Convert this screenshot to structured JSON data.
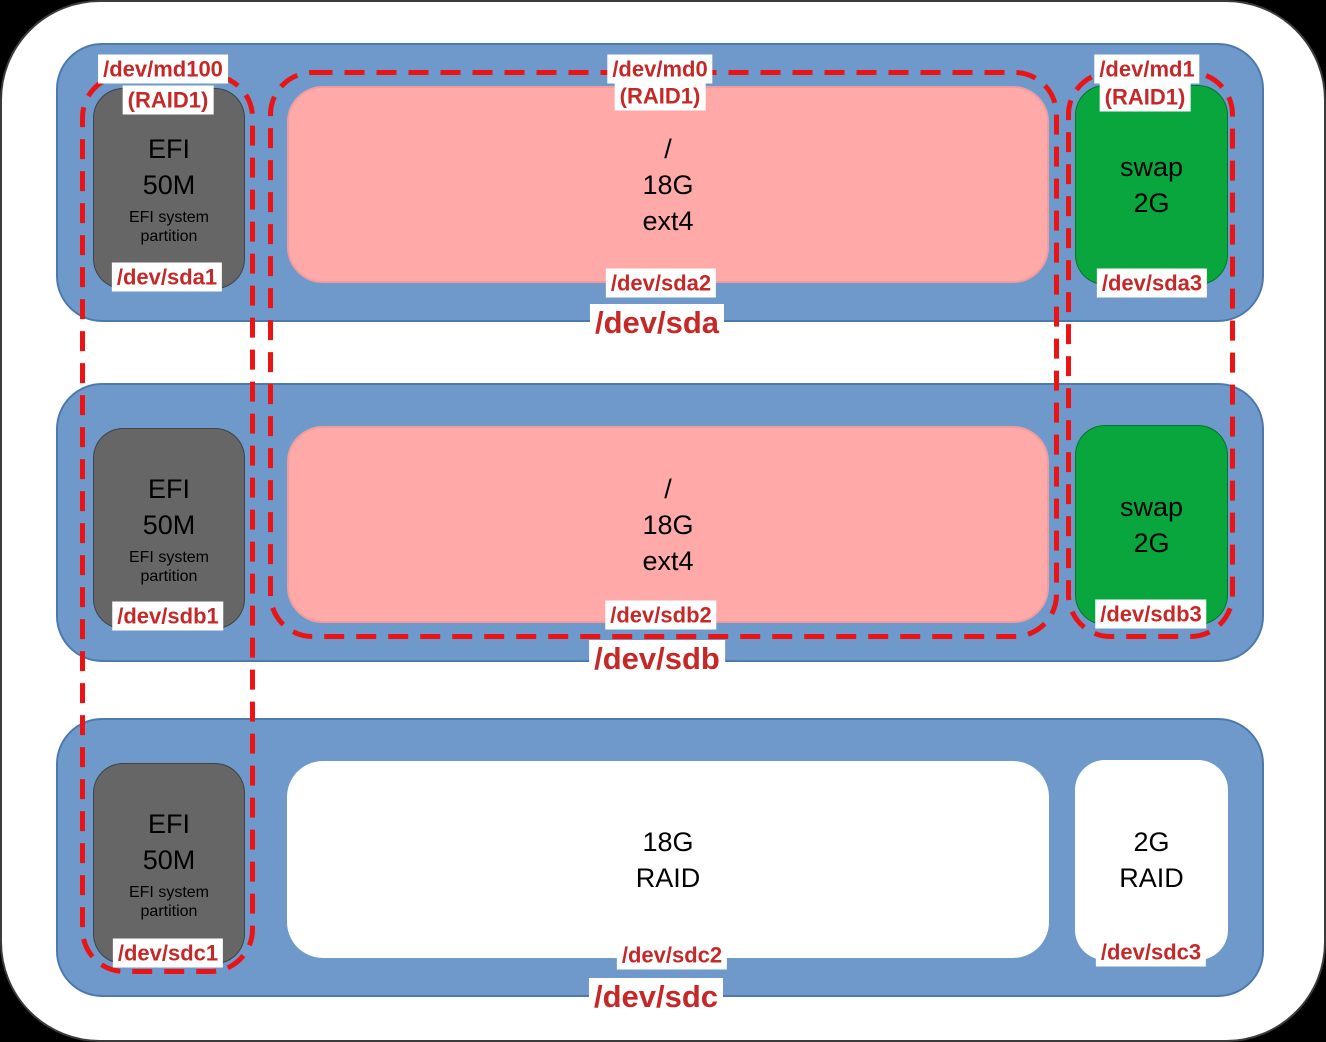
{
  "raid_overlays": [
    {
      "name": "/dev/md100",
      "type": "(RAID1)"
    },
    {
      "name": "/dev/md0",
      "type": "(RAID1)"
    },
    {
      "name": "/dev/md1",
      "type": "(RAID1)"
    }
  ],
  "disks": [
    {
      "name": "/dev/sda",
      "partitions": [
        {
          "dev": "/dev/sda1",
          "line1": "EFI",
          "line2": "50M",
          "small1": "EFI system",
          "small2": "partition"
        },
        {
          "dev": "/dev/sda2",
          "line1": "/",
          "line2": "18G",
          "line3": "ext4"
        },
        {
          "dev": "/dev/sda3",
          "line1": "swap",
          "line2": "2G"
        }
      ]
    },
    {
      "name": "/dev/sdb",
      "partitions": [
        {
          "dev": "/dev/sdb1",
          "line1": "EFI",
          "line2": "50M",
          "small1": "EFI system",
          "small2": "partition"
        },
        {
          "dev": "/dev/sdb2",
          "line1": "/",
          "line2": "18G",
          "line3": "ext4"
        },
        {
          "dev": "/dev/sdb3",
          "line1": "swap",
          "line2": "2G"
        }
      ]
    },
    {
      "name": "/dev/sdc",
      "partitions": [
        {
          "dev": "/dev/sdc1",
          "line1": "EFI",
          "line2": "50M",
          "small1": "EFI system",
          "small2": "partition"
        },
        {
          "dev": "/dev/sdc2",
          "line1": "18G",
          "line2": "RAID"
        },
        {
          "dev": "/dev/sdc3",
          "line1": "2G",
          "line2": "RAID"
        }
      ]
    }
  ],
  "colors": {
    "disk_blue": "#6F99CB",
    "efi_gray": "#666666",
    "root_pink": "#FFA9A9",
    "swap_green": "#09A63E",
    "raid_dash_red": "#EB1414",
    "label_red": "#C62828"
  }
}
